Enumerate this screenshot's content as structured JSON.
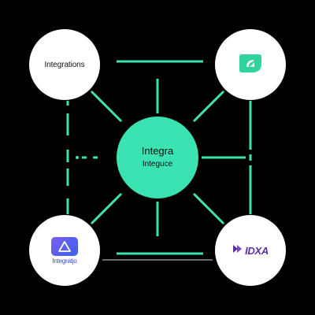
{
  "diagram": {
    "background_color": "#000000",
    "connector_color": "#3be3b3",
    "center_node": {
      "title": "Integra",
      "subtitle": "Integuce",
      "fill_color": "#3be3b3"
    },
    "top_left_node": {
      "label": "Integrations"
    },
    "top_right_node": {
      "icon": "green-leaf-logo-icon",
      "icon_color": "#2fd49b"
    },
    "bottom_left_node": {
      "icon": "triangle-badge-logo-icon",
      "label": "Integratjo"
    },
    "bottom_right_node": {
      "icon": "purple-mark-logo-icon",
      "label": "IDXA"
    }
  }
}
